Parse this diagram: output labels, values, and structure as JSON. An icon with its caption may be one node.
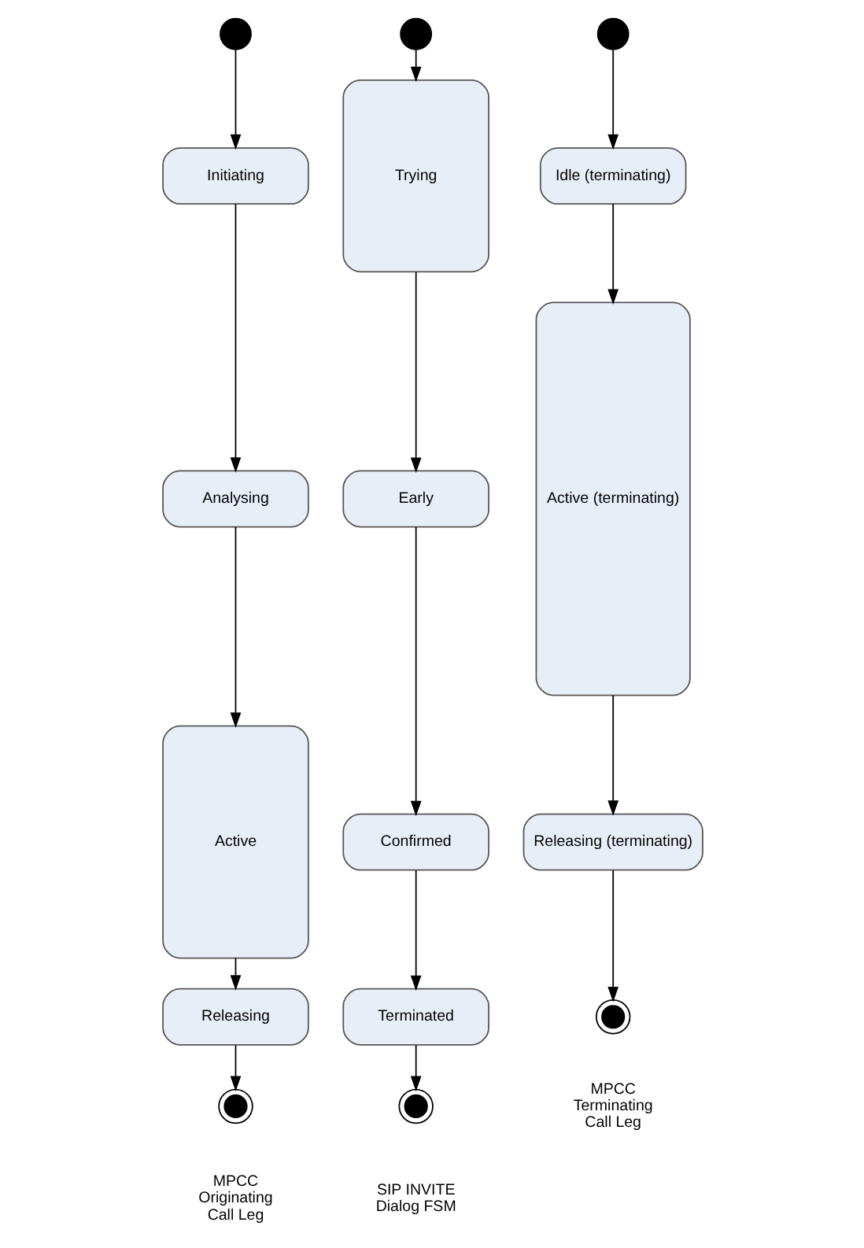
{
  "diagram": {
    "nodes": [
      {
        "text": [],
        "shape": "circle"
      },
      {
        "text": [
          "Initiating"
        ]
      },
      {
        "text": [
          "Analysing"
        ]
      },
      {
        "text": [
          "Active"
        ]
      },
      {
        "text": [
          "Releasing"
        ]
      },
      {
        "text": [],
        "shape": "bullseye",
        "beside": [
          "MPCC Originating Call Leg"
        ]
      },
      {
        "text": [],
        "shape": "circle"
      },
      {
        "text": [
          "Trying"
        ]
      },
      {
        "text": [
          "Early"
        ]
      },
      {
        "text": [
          "Confirmed"
        ]
      },
      {
        "text": [
          "Terminated"
        ]
      },
      {
        "text": [],
        "shape": "bullseye",
        "beside": [
          "SIP INVITE Dialog FSM"
        ]
      },
      {
        "text": [],
        "shape": "circle"
      },
      {
        "text": [
          "Idle (terminating)"
        ]
      },
      {
        "text": [
          "Active (terminating)"
        ]
      },
      {
        "text": [
          "Releasing (terminating)"
        ]
      },
      {
        "text": [],
        "shape": "bullseye",
        "beside": [
          "MPCC Terminating Call Leg"
        ]
      }
    ],
    "edges": [
      {
        "from": 0,
        "to": 1,
        "arrow": "to"
      },
      {
        "from": 1,
        "to": 2,
        "arrow": "to"
      },
      {
        "from": 2,
        "to": 3,
        "arrow": "to"
      },
      {
        "from": 3,
        "to": 4,
        "arrow": "to"
      },
      {
        "from": 4,
        "to": 5,
        "arrow": "to"
      },
      {
        "from": 6,
        "to": 7,
        "arrow": "to"
      },
      {
        "from": 7,
        "to": 8,
        "arrow": "to"
      },
      {
        "from": 8,
        "to": 9,
        "arrow": "to"
      },
      {
        "from": 9,
        "to": 10,
        "arrow": "to"
      },
      {
        "from": 10,
        "to": 11,
        "arrow": "to"
      },
      {
        "from": 12,
        "to": 13,
        "arrow": "to"
      },
      {
        "from": 13,
        "to": 14,
        "arrow": "to"
      },
      {
        "from": 14,
        "to": 15,
        "arrow": "to"
      },
      {
        "from": 15,
        "to": 16,
        "arrow": "to"
      }
    ]
  }
}
